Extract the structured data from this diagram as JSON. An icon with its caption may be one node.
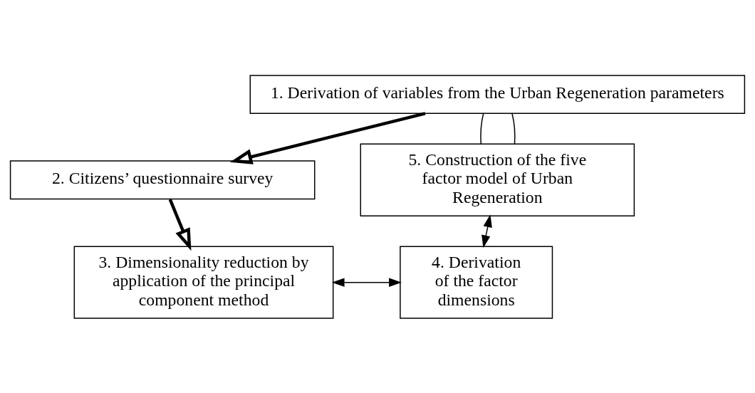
{
  "diagram": {
    "nodes": [
      {
        "text": [
          "1. Derivation of variables from the Urban Regeneration parameters"
        ]
      },
      {
        "text": [
          "2. Citizens’ questionnaire survey"
        ]
      },
      {
        "text": [
          "3. Dimensionality reduction by application of the principal component method"
        ]
      },
      {
        "text": [
          "4. Derivation of the factor dimensions"
        ]
      },
      {
        "text": [
          "5. Construction of the five factor model of Urban Regeneration"
        ]
      }
    ],
    "edges": [
      {
        "from": 0,
        "to": 1,
        "arrow": "to",
        "style": "thick"
      },
      {
        "from": 1,
        "to": 2,
        "arrow": "to",
        "style": "thick"
      },
      {
        "from": 2,
        "to": 3,
        "arrow": "both"
      },
      {
        "from": 4,
        "to": 3,
        "arrow": "both"
      },
      {
        "from": 0,
        "to": 4,
        "arrow": "none"
      },
      {
        "from": 0,
        "to": 4,
        "arrow": "none"
      }
    ]
  }
}
